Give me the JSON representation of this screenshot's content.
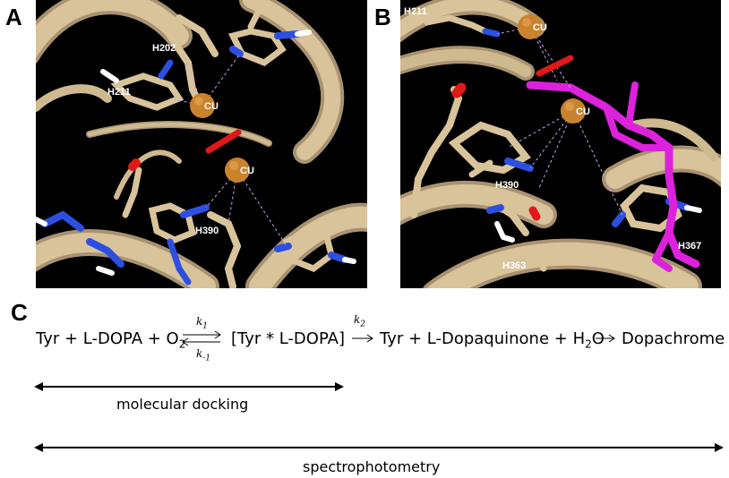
{
  "panels": {
    "a": {
      "letter": "A",
      "labels": {
        "h202": "H202",
        "h211": "H211",
        "cu1": "CU",
        "cu2": "CU",
        "h390": "H390"
      }
    },
    "b": {
      "letter": "B",
      "labels": {
        "h211": "H211",
        "cu1": "CU",
        "cu2": "CU",
        "h390": "H390",
        "h367": "H367",
        "h363": "H363"
      }
    },
    "c": {
      "letter": "C"
    }
  },
  "equation": {
    "t1": "Tyr + L-DOPA + O",
    "t1_sub": "2",
    "rate_forward": "k",
    "rate_forward_sub": "1",
    "rate_reverse": "k",
    "rate_reverse_sub": "-1",
    "complex": "[Tyr * L-DOPA]",
    "rate_2": "k",
    "rate_2_sub": "2",
    "t2": "Tyr + L-Dopaquinone + H",
    "t2_sub": "2",
    "t2_end": "O",
    "product": "Dopachrome"
  },
  "ranges": {
    "docking": "molecular docking",
    "spectro": "spectrophotometry"
  },
  "colors": {
    "ribbon": "#d8c39b",
    "ribbon_dark": "#a89270",
    "nitrogen": "#2d4fe0",
    "oxygen": "#e01818",
    "copper": "#c9832c",
    "ligand": "#dd22dd"
  }
}
